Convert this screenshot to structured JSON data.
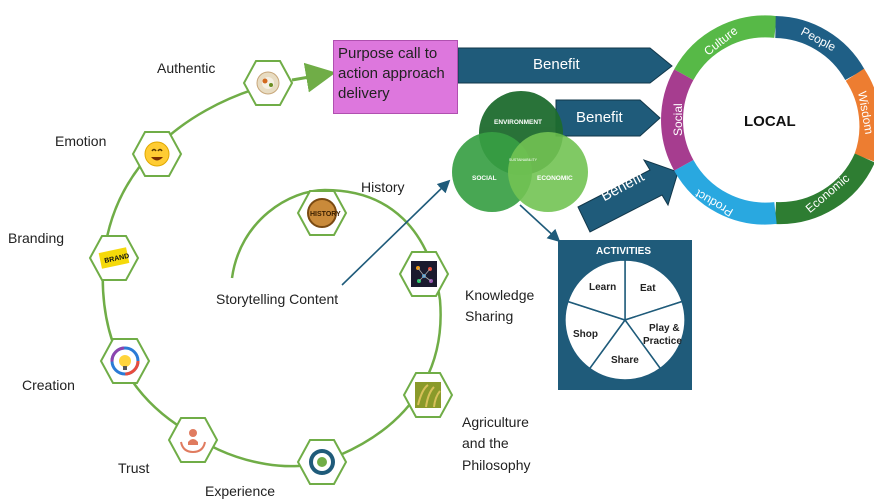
{
  "outer_cycle": {
    "labels": [
      "Authentic",
      "Emotion",
      "Branding",
      "Creation",
      "Trust",
      "Experience"
    ],
    "icons": [
      "food-plate-icon",
      "smiley-emoji-icon",
      "brand-tag-icon",
      "creative-lightbulb-icon",
      "care-hands-icon",
      "employee-experience-badge-icon"
    ],
    "brand_tag_text": "BRAND"
  },
  "inner_cycle": {
    "labels": [
      "History",
      "Knowledge Sharing",
      "Agriculture and the Philosophy"
    ],
    "knowledge_line1": "Knowledge",
    "knowledge_line2": "Sharing",
    "agri_line1": "Agriculture",
    "agri_line2": "and the",
    "agri_line3": "Philosophy",
    "center_label": "Storytelling Content",
    "history_badge_text": "HISTORY"
  },
  "purpose_box": {
    "text": "Purpose call to action approach delivery",
    "line1": "Purpose call to",
    "line2": "action approach",
    "line3": "delivery"
  },
  "benefit_arrows": [
    "Benefit",
    "Benefit",
    "Benefit"
  ],
  "venn": {
    "environment": "ENVIRONMENT",
    "social": "SOCIAL",
    "economic": "ECONOMIC",
    "center": "SUSTAINABILITY"
  },
  "local_ring": {
    "center": "LOCAL",
    "segments": [
      "Culture",
      "People",
      "Wisdom",
      "Economic",
      "Product",
      "Social"
    ]
  },
  "activities": {
    "title": "ACTIVITIES",
    "slices": [
      "Learn",
      "Eat",
      "Play & Practice",
      "Share",
      "Shop"
    ],
    "play_line1": "Play &",
    "play_line2": "Practice"
  },
  "colors": {
    "cycle_line": "#70ad47",
    "arrow_fill": "#1f5b7a",
    "purpose_fill": "#dd77dd",
    "venn_dark": "#1e6b2e",
    "venn_mid": "#2e9a3a",
    "venn_light": "#6cc04a",
    "activities_bg": "#1f5b7a",
    "ring_culture": "#57b947",
    "ring_people": "#1f5f86",
    "ring_wisdom": "#ed7d31",
    "ring_economic": "#2e7d32",
    "ring_product": "#29a8e0",
    "ring_social": "#a63d8f"
  }
}
